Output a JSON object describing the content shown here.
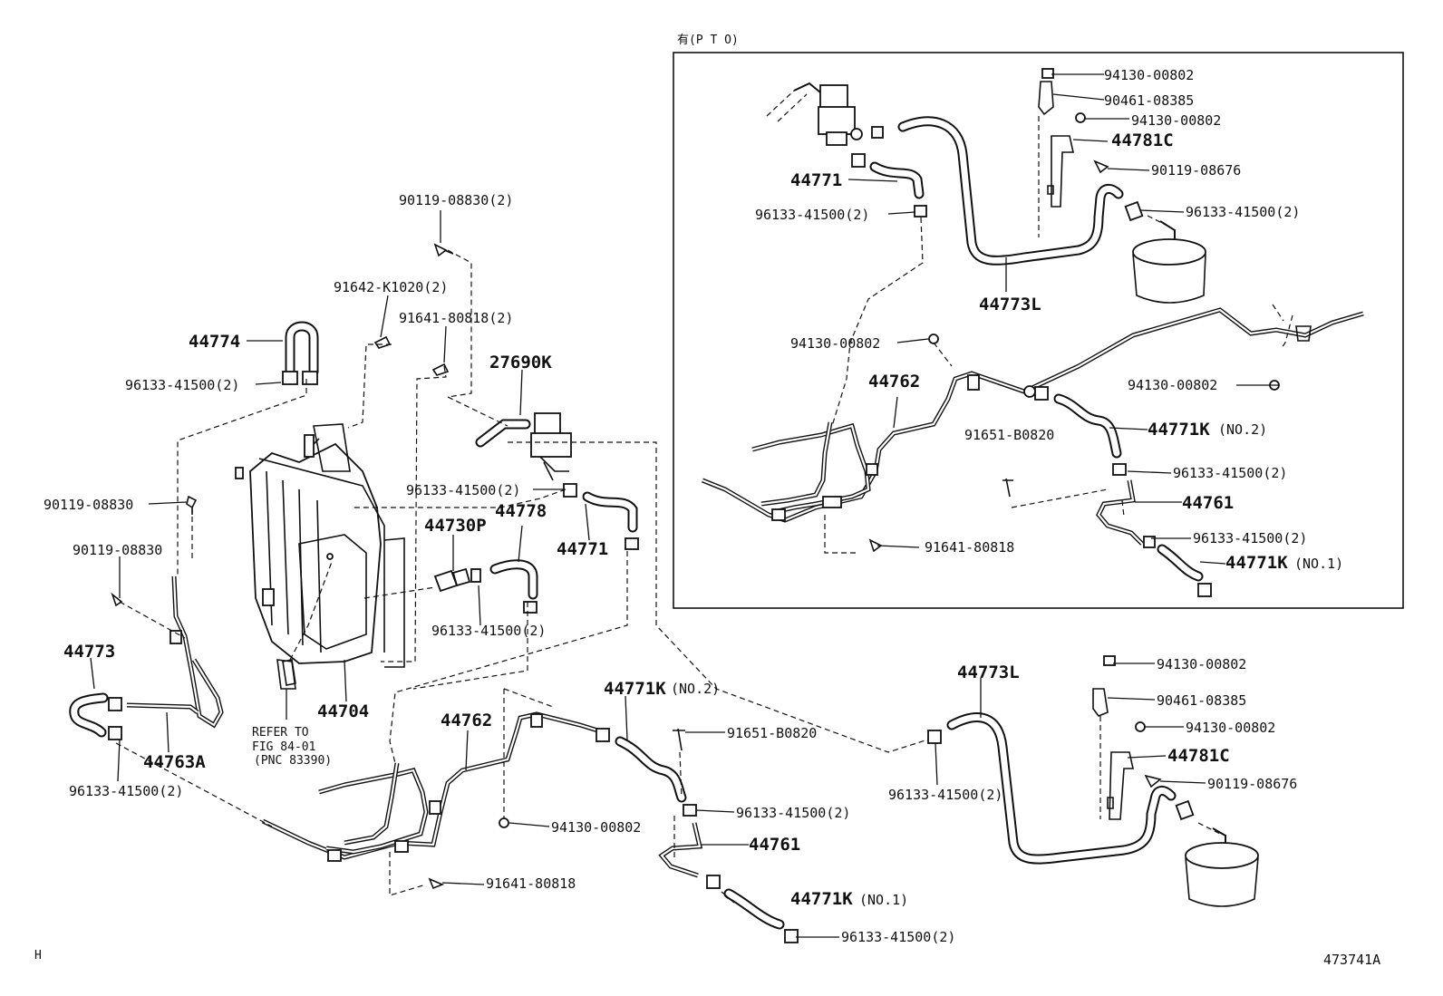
{
  "diagram_id": "473741A",
  "corner_mark": "H",
  "inset": {
    "title": "有(P T O)"
  },
  "main_labels": {
    "p_90119_08830_2": "90119-08830(2)",
    "p_91642_K1020_2": "91642-K1020(2)",
    "p_91641_80818_2": "91641-80818(2)",
    "p_44774": "44774",
    "p_96133_41500_2_a": "96133-41500(2)",
    "p_27690K": "27690K",
    "p_90119_08830_a": "90119-08830",
    "p_96133_41500_2_b": "96133-41500(2)",
    "p_44730P": "44730P",
    "p_44778": "44778",
    "p_44771": "44771",
    "p_90119_08830_b": "90119-08830",
    "p_96133_41500_2_c": "96133-41500(2)",
    "p_44773": "44773",
    "p_44704": "44704",
    "refer_line1": "REFER TO",
    "refer_line2": "FIG 84-01",
    "refer_line3": "(PNC 83390)",
    "p_44763A": "44763A",
    "p_96133_41500_2_d": "96133-41500(2)",
    "p_44762": "44762",
    "p_44771K_no2_num": "44771K",
    "p_44771K_no2_suf": "(NO.2)",
    "p_91651_B0820": "91651-B0820",
    "p_96133_41500_2_e": "96133-41500(2)",
    "p_94130_00802": "94130-00802",
    "p_44761": "44761",
    "p_91641_80818": "91641-80818",
    "p_44771K_no1_num": "44771K",
    "p_44771K_no1_suf": "(NO.1)",
    "p_96133_41500_2_f": "96133-41500(2)",
    "p_44773L": "44773L",
    "p_94130_00802_b": "94130-00802",
    "p_90461_08385": "90461-08385",
    "p_94130_00802_c": "94130-00802",
    "p_44781C": "44781C",
    "p_90119_08676": "90119-08676",
    "p_96133_41500_2_g": "96133-41500(2)"
  },
  "inset_labels": {
    "p_94130_00802_a": "94130-00802",
    "p_90461_08385": "90461-08385",
    "p_94130_00802_b": "94130-00802",
    "p_44781C": "44781C",
    "p_90119_08676": "90119-08676",
    "p_44771": "44771",
    "p_96133_41500_2_a": "96133-41500(2)",
    "p_96133_41500_2_b": "96133-41500(2)",
    "p_44773L": "44773L",
    "p_94130_00802_c": "94130-00802",
    "p_94130_00802_d": "94130-00802",
    "p_44762": "44762",
    "p_44771K_no2_num": "44771K",
    "p_44771K_no2_suf": "(NO.2)",
    "p_91651_B0820": "91651-B0820",
    "p_96133_41500_2_c": "96133-41500(2)",
    "p_44761": "44761",
    "p_96133_41500_2_d": "96133-41500(2)",
    "p_91641_80818": "91641-80818",
    "p_44771K_no1_num": "44771K",
    "p_44771K_no1_suf": "(NO.1)"
  }
}
